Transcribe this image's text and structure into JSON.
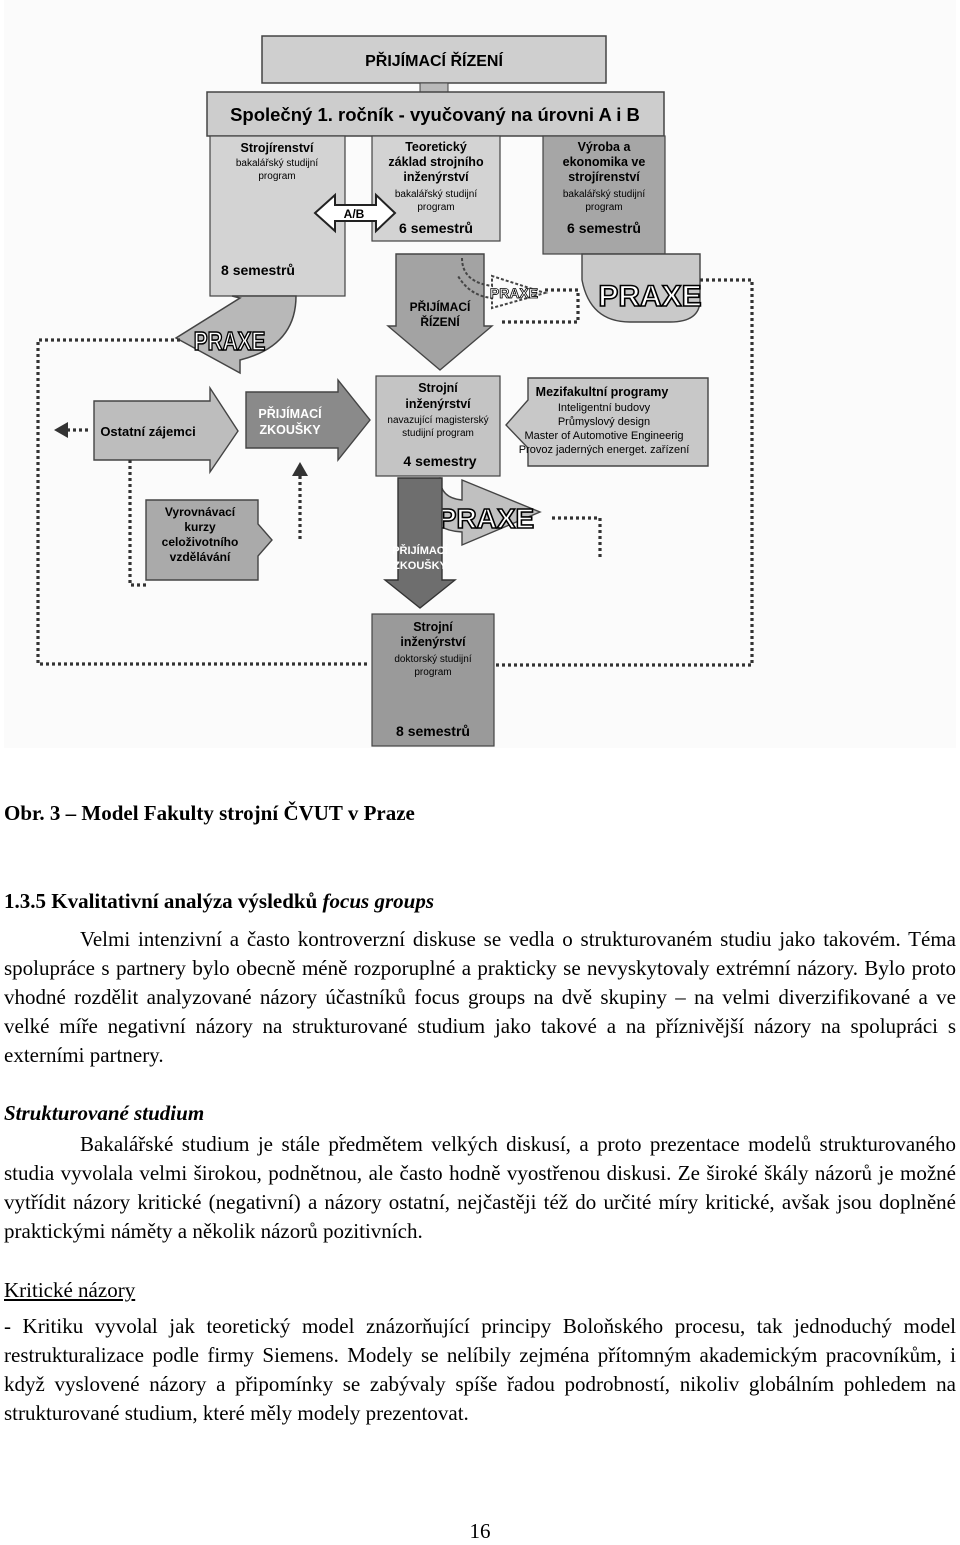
{
  "diagram": {
    "header": "PŘIJÍMACÍ ŘÍZENÍ",
    "common_year": "Společný 1. ročník - vyučovaný na úrovni A i B",
    "col_left": {
      "title1": "Strojírenství",
      "sub1": "bakalářský studijní",
      "sub2": "program",
      "duration": "8 semestrů"
    },
    "col_mid": {
      "title1": "Teoretický",
      "title2": "základ strojního",
      "title3": "inženýrství",
      "sub1": "bakalářský studijní",
      "sub2": "program",
      "duration": "6 semestrů"
    },
    "col_right": {
      "title1": "Výroba a",
      "title2": "ekonomika ve",
      "title3": "strojírenství",
      "sub1": "bakalářský studijní",
      "sub2": "program",
      "duration": "6 semestrů"
    },
    "ab_label": "A/B",
    "praxe": "PRAXE",
    "admission_mid1": "PŘIJÍMACÍ",
    "admission_mid2": "ŘÍZENÍ",
    "other_applicants": "Ostatní zájemci",
    "entrance_exam1": "PŘIJÍMACÍ",
    "entrance_exam2": "ZKOUŠKY",
    "master": {
      "title1": "Strojní",
      "title2": "inženýrství",
      "sub1": "navazující magisterský",
      "sub2": "studijní program",
      "duration": "4 semestry"
    },
    "interfaculty": {
      "title": "Mezifakultní programy",
      "items": [
        "Inteligentní budovy",
        "Průmyslový design",
        "Master of Automotive Engineerig",
        "Provoz jaderných energet. zařízení"
      ]
    },
    "courses": {
      "l1": "Vyrovnávací",
      "l2": "kurzy",
      "l3": "celoživotního",
      "l4": "vzdělávání"
    },
    "doctoral": {
      "title1": "Strojní",
      "title2": "inženýrství",
      "sub1": "doktorský studijní",
      "sub2": "program",
      "duration": "8 semestrů"
    }
  },
  "caption": "Obr. 3 – Model Fakulty strojní ČVUT v Praze",
  "section": {
    "number_title": "1.3.5 Kvalitativní analýza výsledků",
    "title_italic": "focus groups"
  },
  "para1": "Velmi intenzivní a často kontroverzní diskuse se vedla o strukturovaném studiu jako takovém. Téma spolupráce s partnery bylo obecně méně rozporuplné a prakticky se nevyskytovaly extrémní názory. Bylo proto vhodné rozdělit analyzované názory účastníků focus groups na dvě skupiny – na velmi diverzifikované a ve velké míře negativní názory na strukturované studium jako takové a na příznivější názory na spolupráci s externími partnery.",
  "subheading1": "Strukturované studium",
  "para2": "Bakalářské studium je stále předmětem velkých diskusí, a proto prezentace modelů strukturovaného studia vyvolala velmi širokou, podnětnou, ale často hodně vyostřenou diskusi. Ze široké škály názorů je možné vytřídit názory kritické (negativní) a názory ostatní, nejčastěji též do určité míry kritické, avšak jsou doplněné praktickými náměty a několik názorů pozitivních.",
  "subheading2": "Kritické názory",
  "para3": "- Kritiku vyvolal jak teoretický model znázorňující principy Boloňského procesu, tak jednoduchý model restrukturalizace podle firmy Siemens. Modely se nelíbily zejména přítomným akademickým pracovníkům, i když vyslovené názory a připomínky se zabývaly spíše řadou podrobností, nikoliv globálním pohledem na strukturované studium, které měly modely prezentovat.",
  "page_number": "16",
  "colors": {
    "light_gray": "#d2d2d2",
    "mid_gray": "#a9a9a9",
    "dark_gray": "#7a7a7a",
    "darker_gray": "#8c8c8c"
  }
}
